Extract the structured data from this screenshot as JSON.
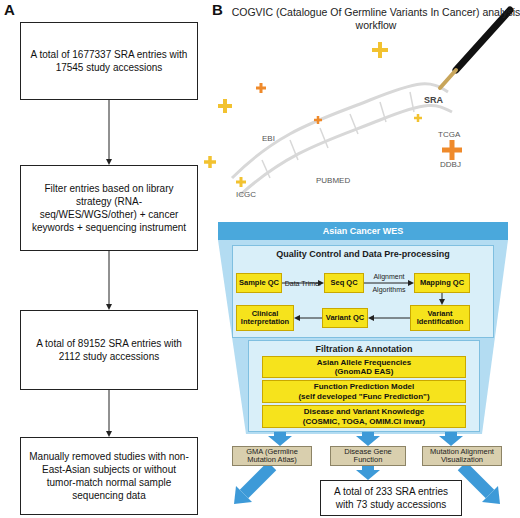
{
  "diagram": {
    "title": "COGVIC (Catalogue Of Germline Variants In Cancer) analysis workflow",
    "nodes": [
      {
        "text": [
          "A total of 1677337 SRA entries with 17545 study accessions"
        ]
      },
      {
        "text": [
          "Filter entries based on library strategy (RNA-seq/WES/WGS/other) + cancer keywords + sequencing instrument"
        ]
      },
      {
        "text": [
          "A total of 89152 SRA entries with 2112 study accessions"
        ]
      },
      {
        "text": [
          "Manually removed studies with non-East-Asian subjects or without tumor-match normal sample sequencing data"
        ]
      },
      {
        "text": [
          "Asian Cancer WES"
        ]
      },
      {
        "text": [
          "Quality Control and Data Pre-processing"
        ]
      },
      {
        "text": [
          "Sample QC"
        ],
        "in": 5
      },
      {
        "text": [
          "Seq QC"
        ],
        "in": 5
      },
      {
        "text": [
          "Mapping QC"
        ],
        "in": 5
      },
      {
        "text": [
          "Clinical Interpretation"
        ],
        "in": 5
      },
      {
        "text": [
          "Variant QC"
        ],
        "in": 5
      },
      {
        "text": [
          "Variant Identification"
        ],
        "in": 5
      },
      {
        "text": [
          "Filtration & Annotation"
        ]
      },
      {
        "text": [
          "Asian Allele Frequencies",
          "(GnomAD EAS)"
        ],
        "in": 12
      },
      {
        "text": [
          "Function Prediction Model",
          "(self developed \"Func Prediction\")"
        ],
        "in": 12
      },
      {
        "text": [
          "Disease and Variant Knowledge",
          "(COSMIC, TOGA, OMIM.CI invar)"
        ],
        "in": 12
      },
      {
        "text": [
          "GMA (Germline Mutation Atlas)"
        ]
      },
      {
        "text": [
          "Disease Gene Function"
        ]
      },
      {
        "text": [
          "Mutation Alignment Visualization"
        ]
      },
      {
        "text": [
          "A total of 233 SRA entries with 73 study accessions"
        ]
      }
    ],
    "edges": [
      {
        "from": 0,
        "to": 1,
        "arrow": "to"
      },
      {
        "from": 1,
        "to": 2,
        "arrow": "to"
      },
      {
        "from": 2,
        "to": 3,
        "arrow": "to"
      },
      {
        "from": 6,
        "to": 7,
        "label": "Data Trimer",
        "arrow": "to"
      },
      {
        "from": 7,
        "to": 8,
        "label": "Alignment Algorithms",
        "arrow": "to"
      },
      {
        "from": 8,
        "to": 11,
        "arrow": "to"
      },
      {
        "from": 11,
        "to": 10,
        "arrow": "to"
      },
      {
        "from": 10,
        "to": 9,
        "arrow": "to"
      },
      {
        "from": 12,
        "to": 16,
        "arrow": "to"
      },
      {
        "from": 12,
        "to": 17,
        "arrow": "to"
      },
      {
        "from": 12,
        "to": 18,
        "arrow": "to"
      },
      {
        "from": 17,
        "to": 19,
        "arrow": "to"
      }
    ],
    "labels": [
      "A",
      "B",
      "SRA",
      "TCGA",
      "EBI",
      "DDBJ",
      "PUBMED",
      "ICGC"
    ]
  }
}
